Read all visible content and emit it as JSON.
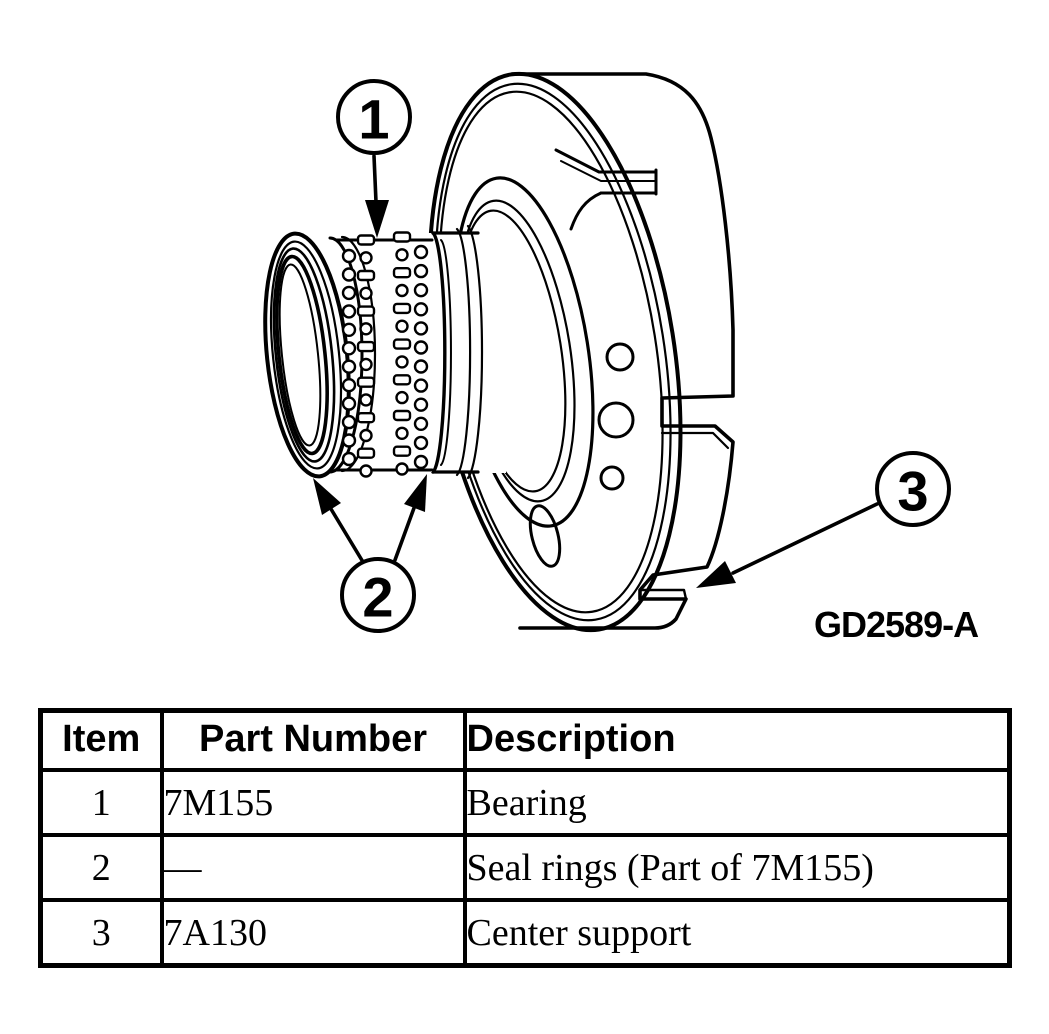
{
  "figure": {
    "code": "GD2589-A",
    "callouts": [
      {
        "number": "1",
        "points_to": "bearing"
      },
      {
        "number": "2",
        "points_to": "seal rings"
      },
      {
        "number": "3",
        "points_to": "center support"
      }
    ]
  },
  "table": {
    "headers": [
      "Item",
      "Part Number",
      "Description"
    ],
    "rows": [
      {
        "item": "1",
        "part_number": "7M155",
        "description": "Bearing"
      },
      {
        "item": "2",
        "part_number": "—",
        "description": "Seal rings (Part of 7M155)"
      },
      {
        "item": "3",
        "part_number": "7A130",
        "description": "Center support"
      }
    ]
  }
}
